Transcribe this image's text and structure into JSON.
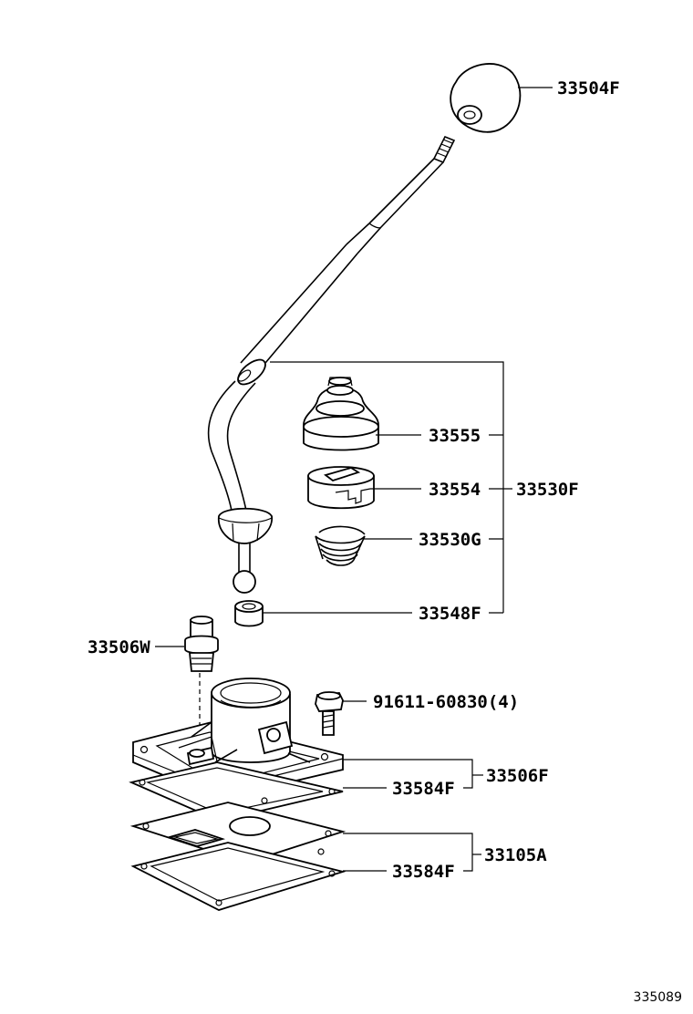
{
  "labels": {
    "knob": "33504F",
    "boot": "33555",
    "seat": "33554",
    "lever_sub_assy": "33530F",
    "spring": "33530G",
    "bushing": "33548F",
    "pin": "33506W",
    "bolt": "91611-60830(4)",
    "retainer_assy": "33506F",
    "gasket_upper": "33584F",
    "cover_assy": "33105A",
    "gasket_lower": "33584F"
  },
  "figure_id": "335089"
}
